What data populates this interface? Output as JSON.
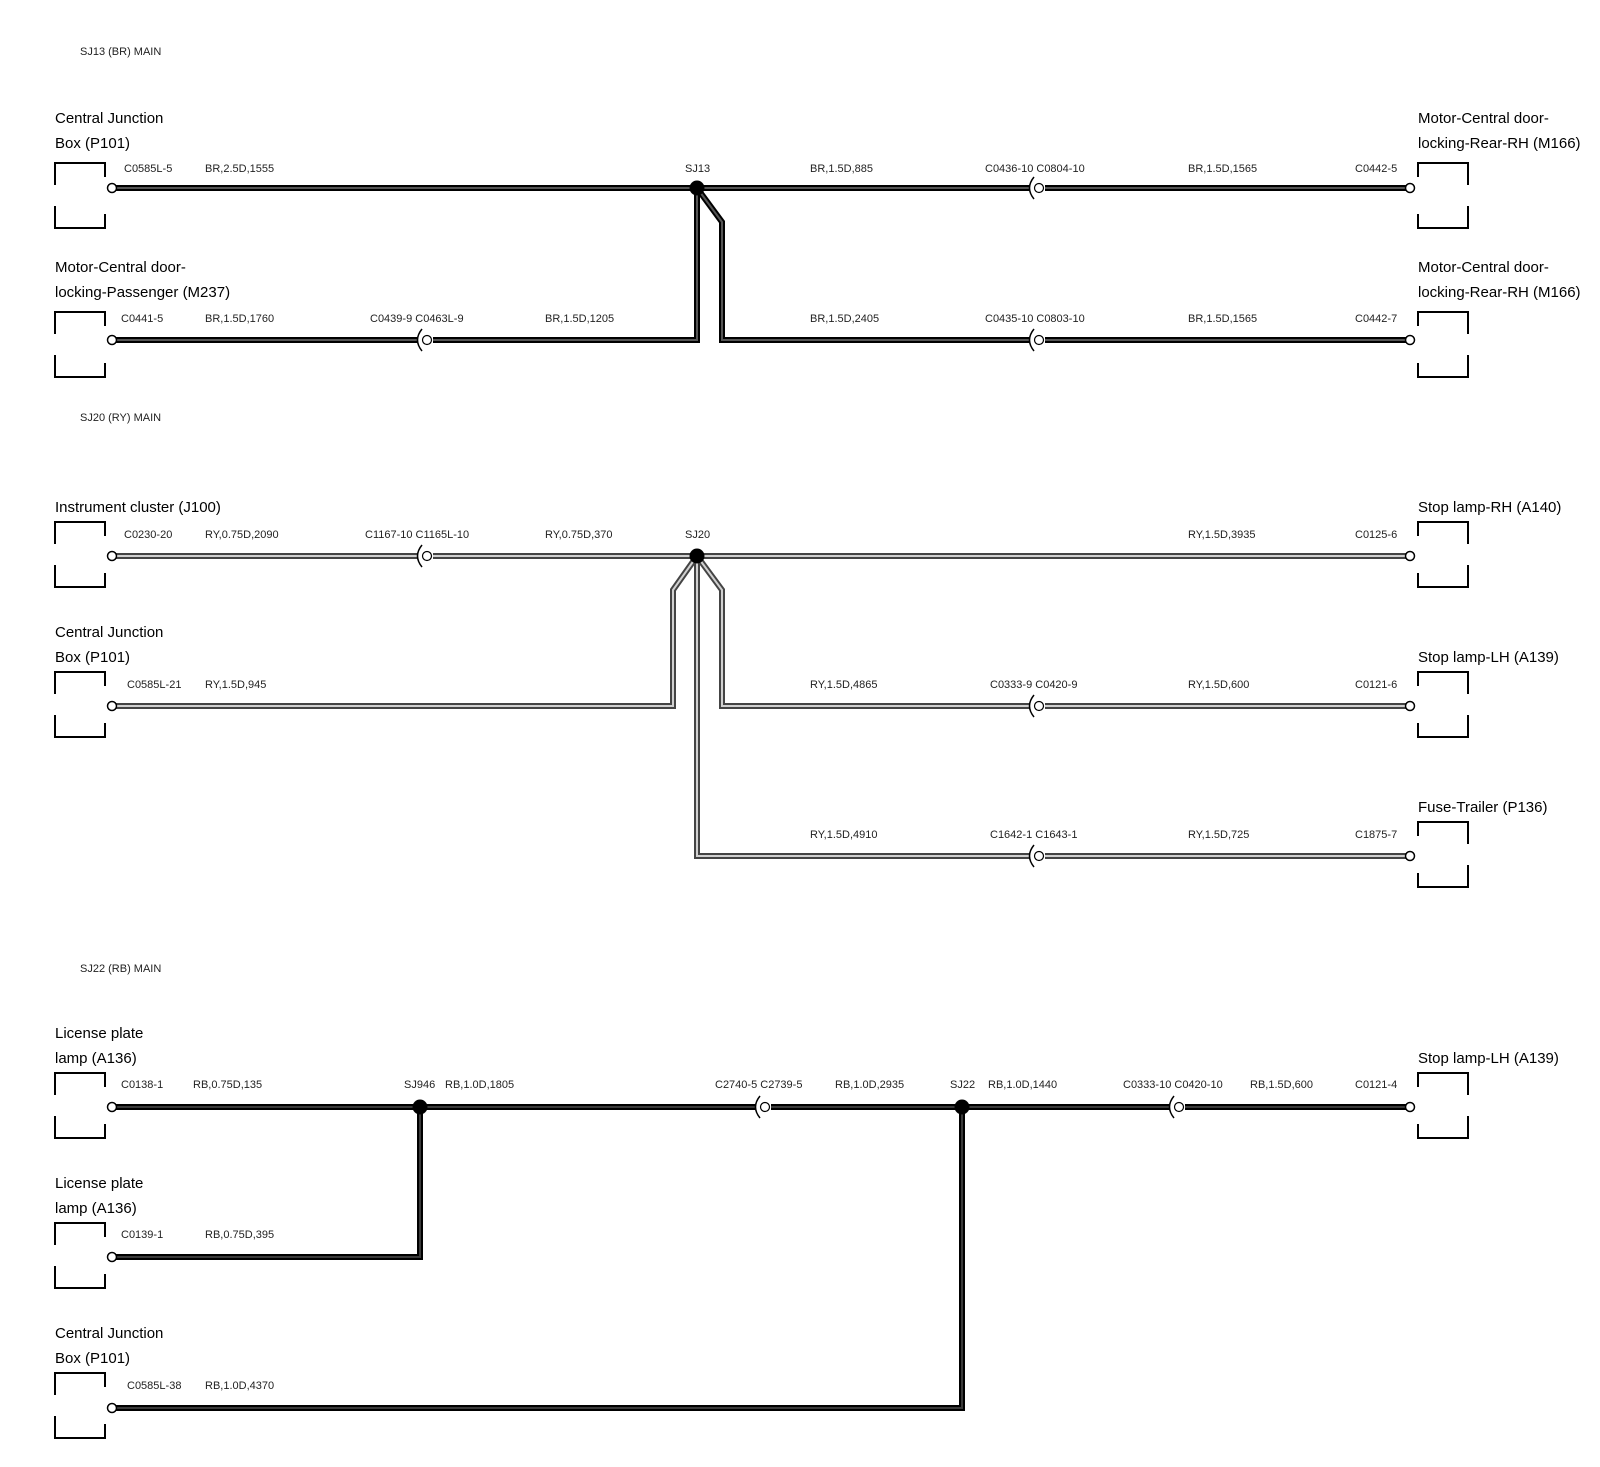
{
  "sections": [
    {
      "id": "sj13",
      "heading": "SJ13 (BR) MAIN",
      "colors": {
        "outer": "#000000",
        "inner": "#555555"
      },
      "components": [
        {
          "id": "p101-a",
          "lines": [
            "Central Junction",
            "Box (P101)"
          ]
        },
        {
          "id": "m166-a",
          "lines": [
            "Motor-Central door-",
            "locking-Rear-RH (M166)"
          ]
        },
        {
          "id": "m237",
          "lines": [
            "Motor-Central door-",
            "locking-Passenger (M237)"
          ]
        },
        {
          "id": "m166-b",
          "lines": [
            "Motor-Central door-",
            "locking-Rear-RH (M166)"
          ]
        }
      ],
      "labels": [
        "C0585L-5",
        "BR,2.5D,1555",
        "SJ13",
        "BR,1.5D,885",
        "C0436-10 C0804-10",
        "BR,1.5D,1565",
        "C0442-5",
        "C0441-5",
        "BR,1.5D,1760",
        "C0439-9 C0463L-9",
        "BR,1.5D,1205",
        "BR,1.5D,2405",
        "C0435-10 C0803-10",
        "BR,1.5D,1565",
        "C0442-7"
      ]
    },
    {
      "id": "sj20",
      "heading": "SJ20 (RY) MAIN",
      "colors": {
        "outer": "#444444",
        "inner": "#d0d0d0"
      },
      "components": [
        {
          "id": "j100",
          "lines": [
            "Instrument cluster (J100)"
          ]
        },
        {
          "id": "a140",
          "lines": [
            "Stop lamp-RH (A140)"
          ]
        },
        {
          "id": "p101-b",
          "lines": [
            "Central Junction",
            "Box (P101)"
          ]
        },
        {
          "id": "a139-a",
          "lines": [
            "Stop lamp-LH (A139)"
          ]
        },
        {
          "id": "p136",
          "lines": [
            "Fuse-Trailer (P136)"
          ]
        }
      ],
      "labels": [
        "C0230-20",
        "RY,0.75D,2090",
        "C1167-10 C1165L-10",
        "RY,0.75D,370",
        "SJ20",
        "RY,1.5D,3935",
        "C0125-6",
        "C0585L-21",
        "RY,1.5D,945",
        "RY,1.5D,4865",
        "C0333-9 C0420-9",
        "RY,1.5D,600",
        "C0121-6",
        "RY,1.5D,4910",
        "C1642-1 C1643-1",
        "RY,1.5D,725",
        "C1875-7"
      ]
    },
    {
      "id": "sj22",
      "heading": "SJ22 (RB) MAIN",
      "colors": {
        "outer": "#000000",
        "inner": "#3a3a3a"
      },
      "components": [
        {
          "id": "a136-a",
          "lines": [
            "License plate",
            "lamp (A136)"
          ]
        },
        {
          "id": "a139-b",
          "lines": [
            "Stop lamp-LH (A139)"
          ]
        },
        {
          "id": "a136-b",
          "lines": [
            "License plate",
            "lamp (A136)"
          ]
        },
        {
          "id": "p101-c",
          "lines": [
            "Central Junction",
            "Box (P101)"
          ]
        }
      ],
      "labels": [
        "C0138-1",
        "RB,0.75D,135",
        "SJ946",
        "RB,1.0D,1805",
        "C2740-5 C2739-5",
        "RB,1.0D,2935",
        "SJ22",
        "RB,1.0D,1440",
        "C0333-10 C0420-10",
        "RB,1.5D,600",
        "C0121-4",
        "C0139-1",
        "RB,0.75D,395",
        "C0585L-38",
        "RB,1.0D,4370"
      ]
    }
  ]
}
